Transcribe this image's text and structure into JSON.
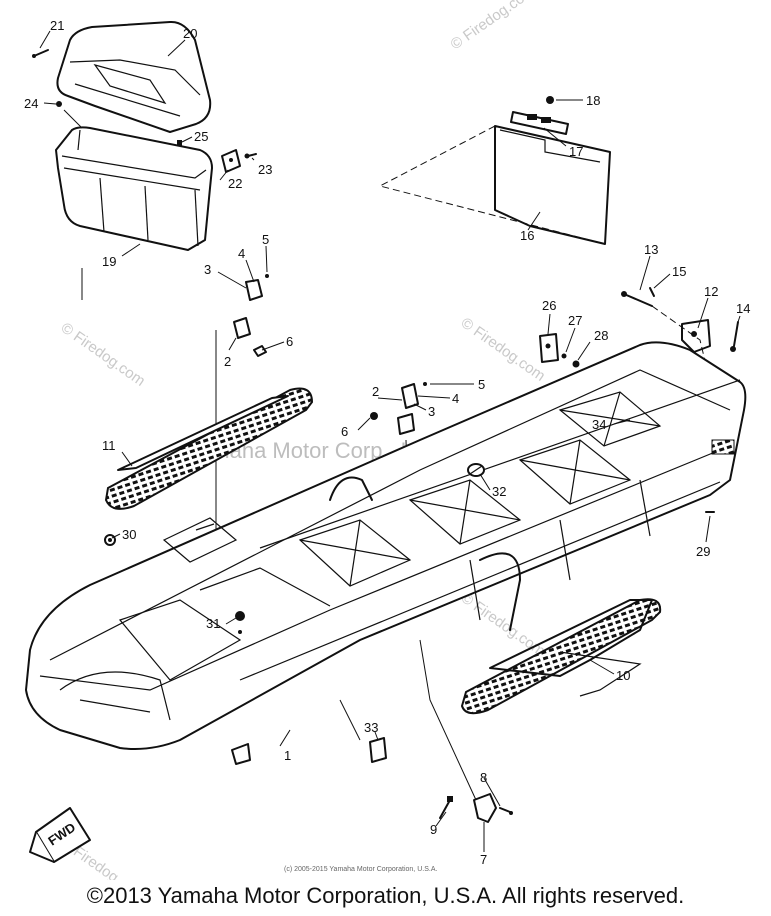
{
  "watermarks": {
    "firedog": "© Firedog.com",
    "center": "Yamaha Motor Corp., U.S.A."
  },
  "footer": {
    "small_credit": "(c) 2005-2015 Yamaha Motor Corporation, U.S.A.",
    "copyright": "©2013 Yamaha Motor Corporation, U.S.A. All rights reserved."
  },
  "fwd_label": "FWD",
  "callouts": [
    {
      "id": "21",
      "label": "21"
    },
    {
      "id": "20",
      "label": "20"
    },
    {
      "id": "24",
      "label": "24"
    },
    {
      "id": "25",
      "label": "25"
    },
    {
      "id": "23",
      "label": "23"
    },
    {
      "id": "22",
      "label": "22"
    },
    {
      "id": "19",
      "label": "19"
    },
    {
      "id": "18",
      "label": "18"
    },
    {
      "id": "17",
      "label": "17"
    },
    {
      "id": "16",
      "label": "16"
    },
    {
      "id": "5a",
      "label": "5"
    },
    {
      "id": "4a",
      "label": "4"
    },
    {
      "id": "3a",
      "label": "3"
    },
    {
      "id": "13",
      "label": "13"
    },
    {
      "id": "15",
      "label": "15"
    },
    {
      "id": "12",
      "label": "12"
    },
    {
      "id": "14",
      "label": "14"
    },
    {
      "id": "26",
      "label": "26"
    },
    {
      "id": "27",
      "label": "27"
    },
    {
      "id": "28",
      "label": "28"
    },
    {
      "id": "2a",
      "label": "2"
    },
    {
      "id": "6a",
      "label": "6"
    },
    {
      "id": "2b",
      "label": "2"
    },
    {
      "id": "5b",
      "label": "5"
    },
    {
      "id": "4b",
      "label": "4"
    },
    {
      "id": "3b",
      "label": "3"
    },
    {
      "id": "6b",
      "label": "6"
    },
    {
      "id": "34",
      "label": "34"
    },
    {
      "id": "11",
      "label": "11"
    },
    {
      "id": "32",
      "label": "32"
    },
    {
      "id": "30",
      "label": "30"
    },
    {
      "id": "29",
      "label": "29"
    },
    {
      "id": "31",
      "label": "31"
    },
    {
      "id": "10",
      "label": "10"
    },
    {
      "id": "33",
      "label": "33"
    },
    {
      "id": "1",
      "label": "1"
    },
    {
      "id": "8",
      "label": "8"
    },
    {
      "id": "9",
      "label": "9"
    },
    {
      "id": "7",
      "label": "7"
    }
  ]
}
